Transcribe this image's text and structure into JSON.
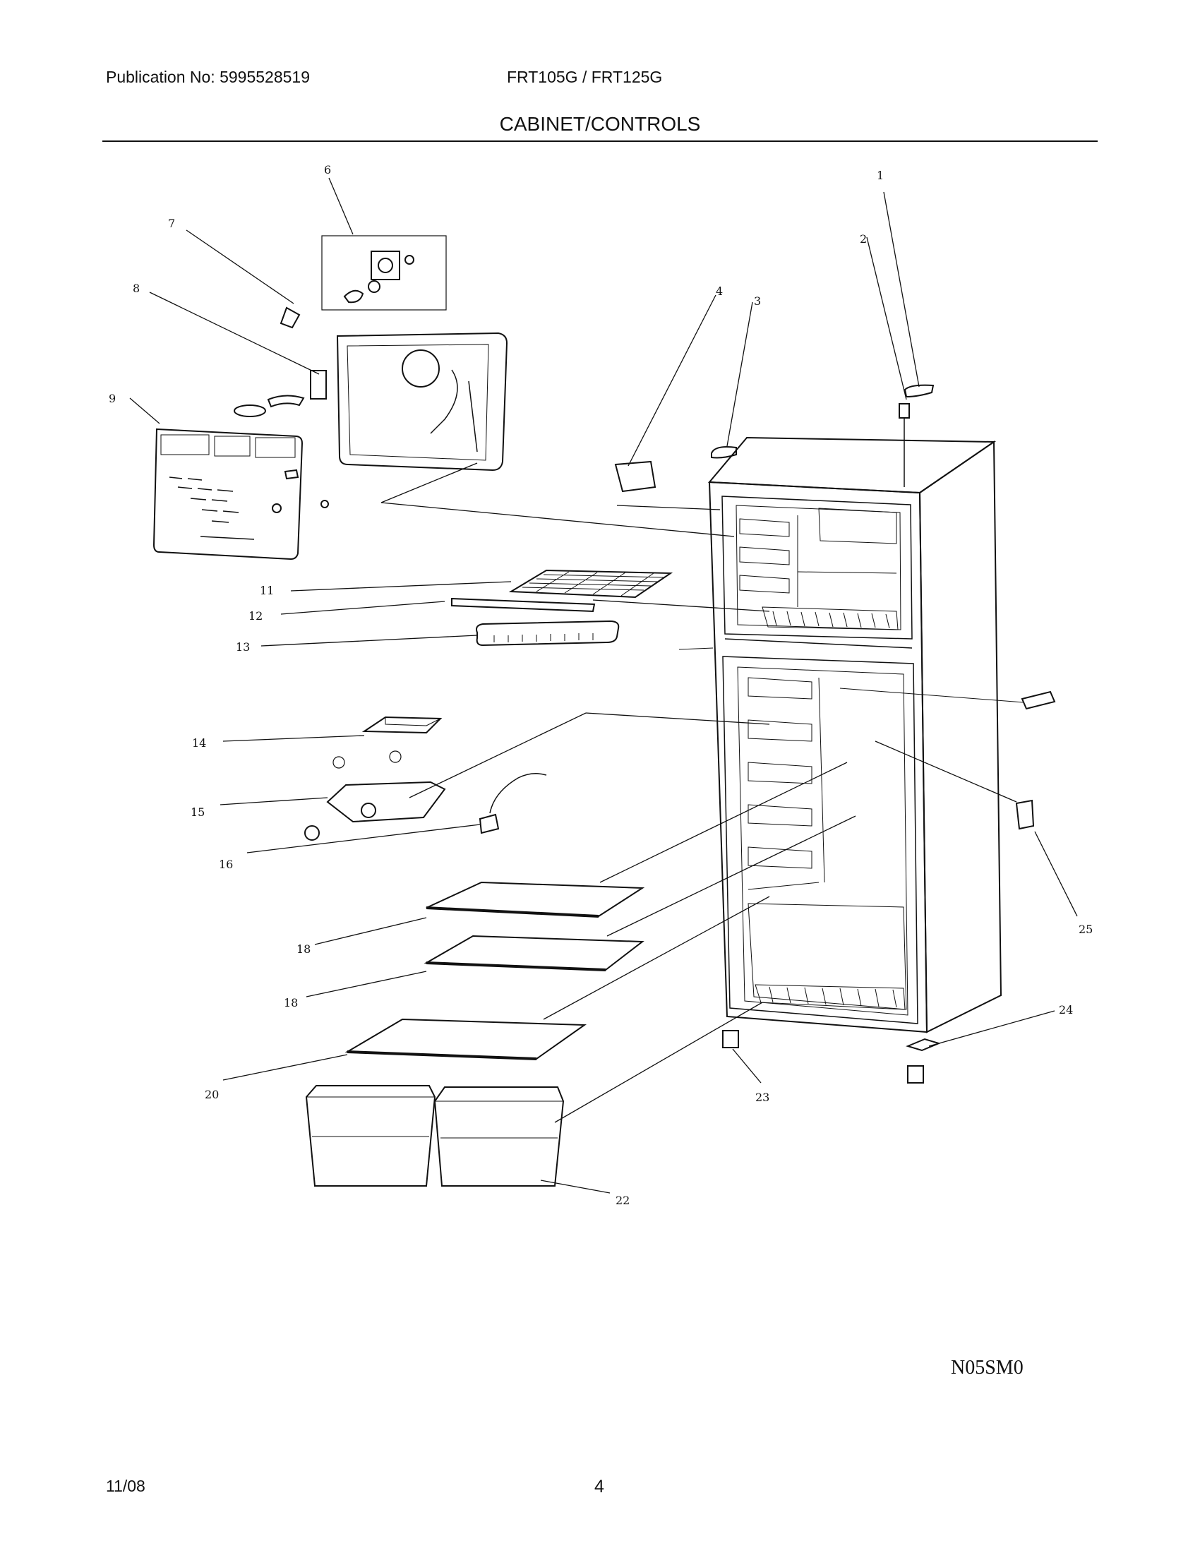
{
  "header": {
    "publication": "Publication No: 5995528519",
    "model": "FRT105G / FRT125G",
    "section_title": "CABINET/CONTROLS"
  },
  "diagram": {
    "callouts": [
      "1",
      "2",
      "3",
      "4",
      "6",
      "7",
      "8",
      "9",
      "11",
      "12",
      "13",
      "14",
      "15",
      "16",
      "18",
      "18",
      "20",
      "22",
      "23",
      "24",
      "25"
    ],
    "drawing_code": "N05SM0"
  },
  "footer": {
    "date": "11/08",
    "page": "4"
  }
}
